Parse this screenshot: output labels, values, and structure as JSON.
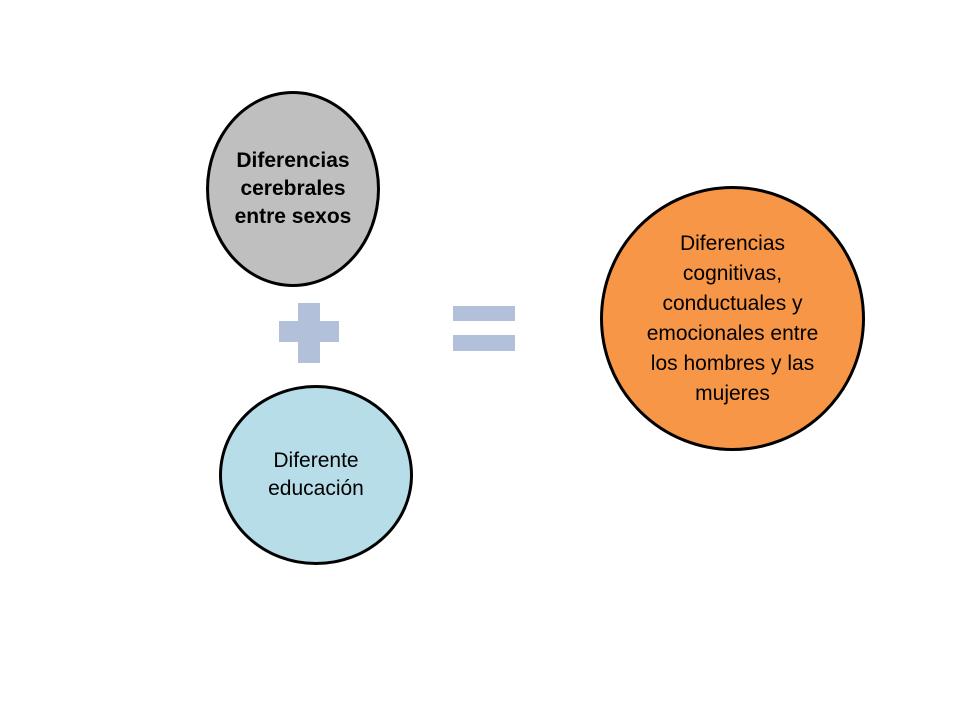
{
  "nodes": {
    "brain": {
      "label": "Diferencias cerebrales entre sexos",
      "fill": "#BFBFBF"
    },
    "education": {
      "label": "Diferente educación",
      "fill": "#B7DDE8"
    },
    "result": {
      "label": "Diferencias cognitivas, conductuales y emocionales entre los hombres y las mujeres",
      "fill": "#F79646"
    }
  },
  "operators": {
    "plus": {
      "symbol": "plus-icon",
      "color": "#B3C0D9"
    },
    "equals": {
      "symbol": "equals-icon",
      "color": "#B3C0D9"
    }
  }
}
